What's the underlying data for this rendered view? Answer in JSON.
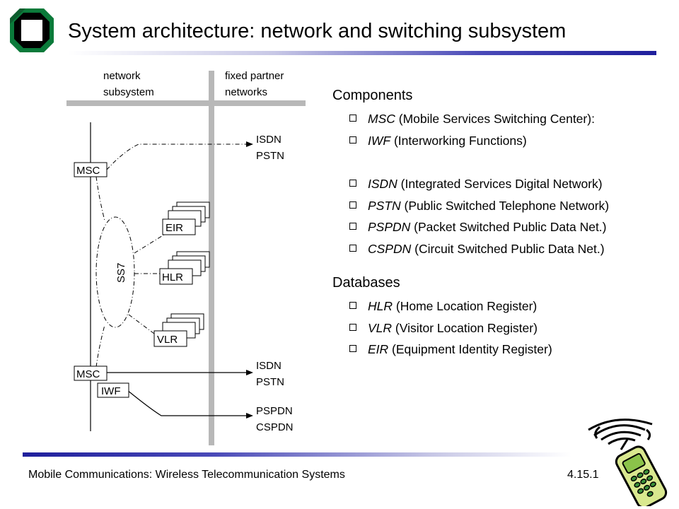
{
  "title": "System architecture: network and switching subsystem",
  "footer": {
    "left": "Mobile Communications: Wireless Telecommunication Systems",
    "right": "4.15.1"
  },
  "diagram": {
    "labels": {
      "network_subsystem_1": "network",
      "network_subsystem_2": "subsystem",
      "fixed_networks_1": "fixed partner",
      "fixed_networks_2": "networks",
      "isdn_top": "ISDN",
      "pstn_top": "PSTN",
      "isdn_bottom": "ISDN",
      "pstn_bottom": "PSTN",
      "pspdn": "PSPDN",
      "cspdn": "CSPDN",
      "msc_top": "MSC",
      "msc_bottom": "MSC",
      "iwf": "IWF",
      "eir": "EIR",
      "hlr": "HLR",
      "vlr": "VLR",
      "ss7": "SS7"
    }
  },
  "components": {
    "heading": "Components",
    "items": [
      {
        "abbr": "MSC",
        "text": " (Mobile Services Switching Center):"
      },
      {
        "abbr": "IWF",
        "text": " (Interworking Functions)"
      }
    ],
    "networks": [
      {
        "abbr": "ISDN",
        "text": " (Integrated Services Digital Network)"
      },
      {
        "abbr": "PSTN",
        "text": " (Public Switched Telephone Network)"
      },
      {
        "abbr": "PSPDN",
        "text": " (Packet Switched Public Data Net.)"
      },
      {
        "abbr": "CSPDN",
        "text": " (Circuit Switched Public Data Net.)"
      }
    ]
  },
  "databases": {
    "heading": "Databases",
    "items": [
      {
        "abbr": "HLR",
        "text": " (Home Location Register)"
      },
      {
        "abbr": "VLR",
        "text": " (Visitor Location Register)"
      },
      {
        "abbr": "EIR",
        "text": " (Equipment Identity Register)"
      }
    ]
  },
  "icons": [
    "university-logo-icon",
    "mobile-phone-icon"
  ]
}
